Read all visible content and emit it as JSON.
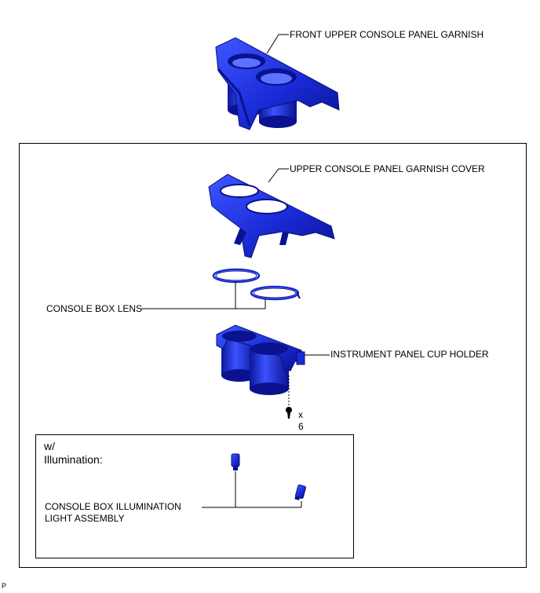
{
  "parts": {
    "front_upper_console_panel_garnish": "FRONT UPPER CONSOLE PANEL GARNISH",
    "upper_console_panel_garnish_cover": "UPPER CONSOLE PANEL GARNISH COVER",
    "console_box_lens": "CONSOLE BOX LENS",
    "instrument_panel_cup_holder": "INSTRUMENT PANEL CUP HOLDER",
    "console_box_illumination_line1": "CONSOLE BOX ILLUMINATION",
    "console_box_illumination_line2": "LIGHT ASSEMBLY"
  },
  "fastener": {
    "multiplier": "x",
    "count": "6"
  },
  "variant": {
    "line1": "w/",
    "line2": "Illumination:"
  },
  "footer_code": "P",
  "colors": {
    "part_fill": "#1a2bd8",
    "part_dark": "#0a1290",
    "part_light": "#4c63ff",
    "line": "#000000"
  }
}
